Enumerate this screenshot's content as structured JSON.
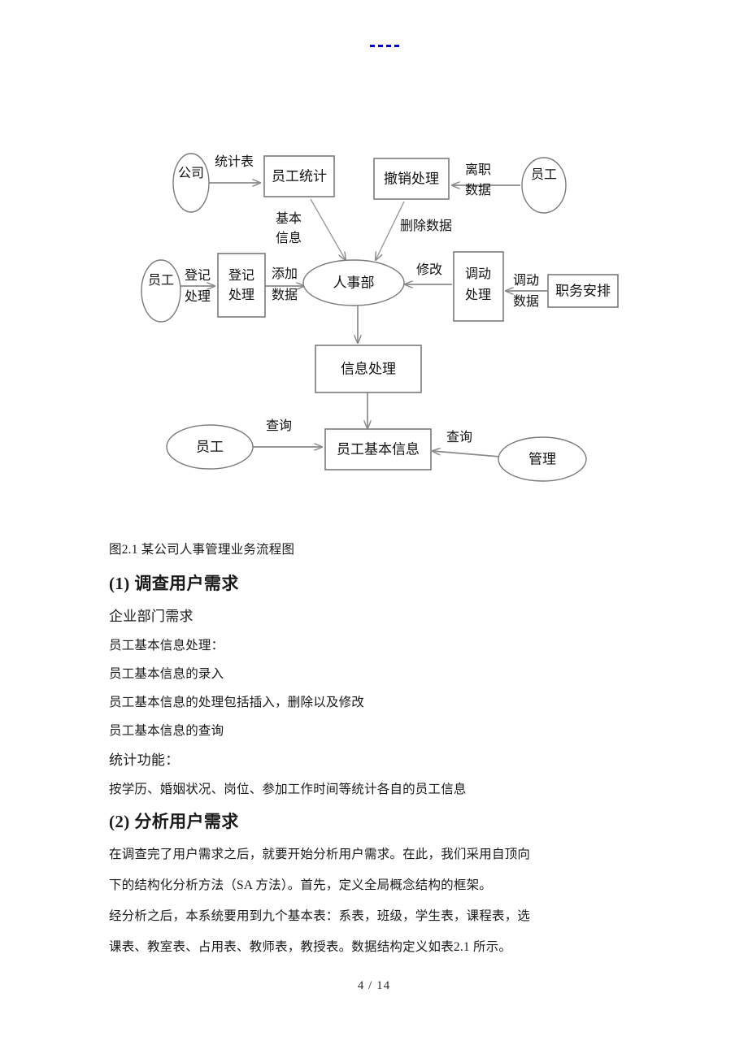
{
  "page": {
    "footer_text": "4  / 14",
    "header_marker": "blue-dashed-rule"
  },
  "diagram": {
    "caption": "图2.1 某公司人事管理业务流程图",
    "nodes": [
      {
        "id": "company",
        "label": "公司",
        "shape": "ellipse"
      },
      {
        "id": "staff-stats",
        "label": "员工统计",
        "shape": "rect"
      },
      {
        "id": "cancel-process",
        "label": "撤销处理",
        "shape": "rect"
      },
      {
        "id": "employee-top",
        "label": "员工",
        "shape": "ellipse"
      },
      {
        "id": "employee-left",
        "label": "员工",
        "shape": "ellipse"
      },
      {
        "id": "register-proc",
        "label": "登记处理",
        "shape": "rect"
      },
      {
        "id": "hr-department",
        "label": "人事部",
        "shape": "ellipse"
      },
      {
        "id": "transfer-proc",
        "label": "调动处理",
        "shape": "rect"
      },
      {
        "id": "job-assign",
        "label": "职务安排",
        "shape": "rect"
      },
      {
        "id": "info-process",
        "label": "信息处理",
        "shape": "rect"
      },
      {
        "id": "employee-bot",
        "label": "员工",
        "shape": "ellipse"
      },
      {
        "id": "staff-basic",
        "label": "员工基本信息",
        "shape": "rect"
      },
      {
        "id": "manager",
        "label": "管理",
        "shape": "ellipse"
      }
    ],
    "edge_labels": {
      "stats_table": "统计表",
      "basic_info_l1": "基本",
      "basic_info_l2": "信息",
      "delete_data": "删除数据",
      "leave_data_l1": "离职",
      "leave_data_l2": "数据",
      "register_l1": "登记",
      "register_l2": "处理",
      "add_data_l1": "添加",
      "add_data_l2": "数据",
      "modify": "修改",
      "transfer_data_l1": "调动",
      "transfer_data_l2": "数据",
      "query_left": "查询",
      "query_right": "查询"
    }
  },
  "content": {
    "section1_heading": "(1) 调查用户需求",
    "section1_sub": "企业部门需求",
    "section1_lines": [
      "员工基本信息处理：",
      "员工基本信息的录入",
      "员工基本信息的处理包括插入，删除以及修改",
      "员工基本信息的查询"
    ],
    "section1_sub2": "统计功能：",
    "section1_line5": "按学历、婚姻状况、岗位、参加工作时间等统计各自的员工信息",
    "section2_heading": "(2) 分析用户需求",
    "section2_paragraph_lines": [
      "在调查完了用户需求之后，就要开始分析用户需求。在此，我们采用自顶向",
      "下的结构化分析方法（SA 方法）。首先，定义全局概念结构的框架。",
      "经分析之后，本系统要用到九个基本表：系表，班级，学生表，课程表，选",
      "课表、教室表、占用表、教师表，教授表。数据结构定义如表2.1 所示。"
    ]
  }
}
